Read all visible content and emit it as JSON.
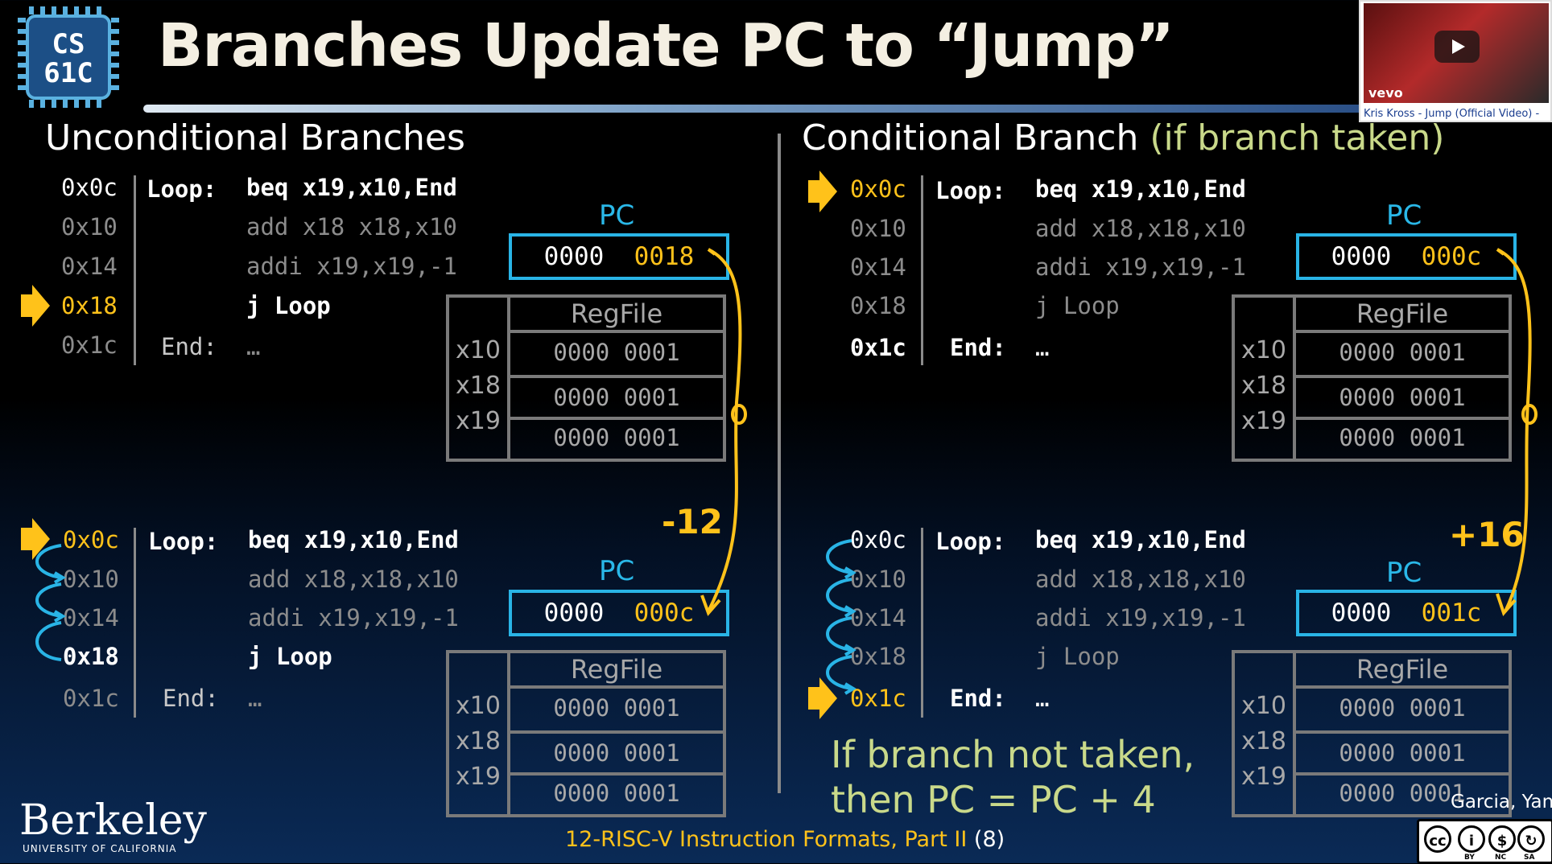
{
  "header": {
    "title": "Branches Update PC to “Jump”",
    "logo_line1": "CS",
    "logo_line2": "61C"
  },
  "video": {
    "brand": "vevo",
    "caption": "Kris Kross - Jump (Official Video) -"
  },
  "left": {
    "heading": "Unconditional Branches",
    "top": {
      "rows": [
        {
          "addr": "0x0c",
          "label": "Loop:",
          "instr": "beq x19,x10,End"
        },
        {
          "addr": "0x10",
          "label": "",
          "instr": "add x18 x18,x10"
        },
        {
          "addr": "0x14",
          "label": "",
          "instr": "addi x19,x19,-1"
        },
        {
          "addr": "0x18",
          "label": "",
          "instr": "j Loop"
        },
        {
          "addr": "0x1c",
          "label": "End:",
          "instr": "…"
        }
      ],
      "pc_label": "PC",
      "pc_hi": "0000",
      "pc_lo": "0018"
    },
    "bottom": {
      "rows": [
        {
          "addr": "0x0c",
          "label": "Loop:",
          "instr": "beq x19,x10,End"
        },
        {
          "addr": "0x10",
          "label": "",
          "instr": "add x18,x18,x10"
        },
        {
          "addr": "0x14",
          "label": "",
          "instr": "addi x19,x19,-1"
        },
        {
          "addr": "0x18",
          "label": "",
          "instr": "j Loop"
        },
        {
          "addr": "0x1c",
          "label": "End:",
          "instr": "…"
        }
      ],
      "pc_label": "PC",
      "pc_hi": "0000",
      "pc_lo": "000c",
      "offset": "-12"
    }
  },
  "right": {
    "heading": "Conditional Branch",
    "heading_paren": "(if branch taken)",
    "top": {
      "rows": [
        {
          "addr": "0x0c",
          "label": "Loop:",
          "instr": "beq x19,x10,End"
        },
        {
          "addr": "0x10",
          "label": "",
          "instr": "add x18,x18,x10"
        },
        {
          "addr": "0x14",
          "label": "",
          "instr": "addi x19,x19,-1"
        },
        {
          "addr": "0x18",
          "label": "",
          "instr": "j Loop"
        },
        {
          "addr": "0x1c",
          "label": "End:",
          "instr": "…"
        }
      ],
      "pc_label": "PC",
      "pc_hi": "0000",
      "pc_lo": "000c"
    },
    "bottom": {
      "rows": [
        {
          "addr": "0x0c",
          "label": "Loop:",
          "instr": "beq x19,x10,End"
        },
        {
          "addr": "0x10",
          "label": "",
          "instr": "add x18,x18,x10"
        },
        {
          "addr": "0x14",
          "label": "",
          "instr": "addi x19,x19,-1"
        },
        {
          "addr": "0x18",
          "label": "",
          "instr": "j Loop"
        },
        {
          "addr": "0x1c",
          "label": "End:",
          "instr": "…"
        }
      ],
      "pc_label": "PC",
      "pc_hi": "0000",
      "pc_lo": "001c",
      "offset": "+16"
    },
    "note_line1": "If branch not taken,",
    "note_line2": "then PC = PC + 4"
  },
  "regfile": {
    "title": "RegFile",
    "regs": [
      {
        "name": "x10",
        "value": "0000 0001"
      },
      {
        "name": "x18",
        "value": "0000 0001"
      },
      {
        "name": "x19",
        "value": "0000 0001"
      }
    ]
  },
  "footer": {
    "lecture": "12-RISC-V Instruction Formats, Part II",
    "page": "(8)",
    "school": "Berkeley",
    "school_sub": "UNIVERSITY OF CALIFORNIA",
    "authors": "Garcia, Yan",
    "license": [
      "BY",
      "NC",
      "SA"
    ]
  },
  "colors": {
    "accent_yellow": "#ffc21a",
    "accent_cyan": "#29b4e6",
    "note_green": "#c9d98a",
    "muted_gray": "#8c8c8c"
  }
}
